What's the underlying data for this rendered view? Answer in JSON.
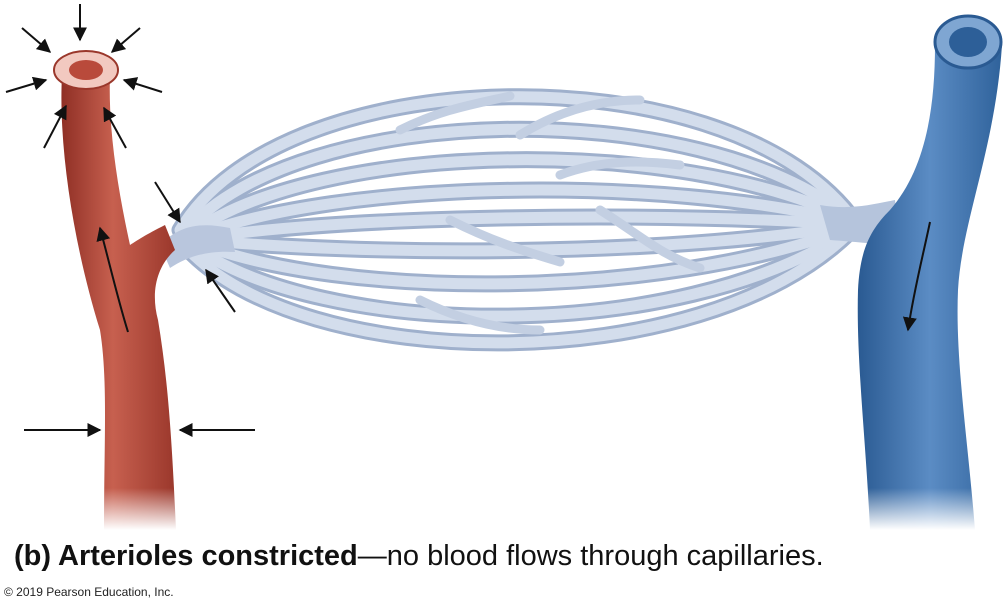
{
  "caption": {
    "bold": "(b) Arterioles constricted",
    "rest": "—no blood flows through capillaries."
  },
  "copyright": "© 2019 Pearson Education, Inc.",
  "colors": {
    "arteriole": "#b94a3b",
    "arteriole_dark": "#8f2f25",
    "venule": "#3f73ad",
    "venule_dark": "#2a5a92",
    "capillary": "#c9d4e6",
    "capillary_edge": "#9fb0cc",
    "arrow": "#111111"
  }
}
